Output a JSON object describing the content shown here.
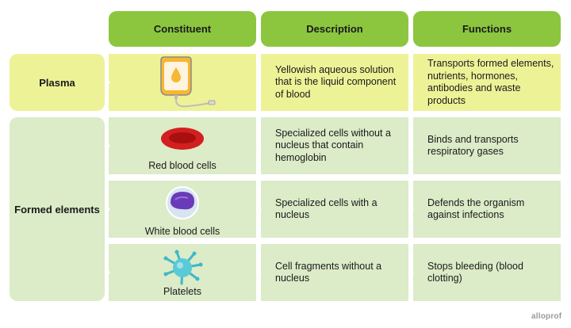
{
  "headers": {
    "constituent": "Constituent",
    "description": "Description",
    "functions": "Functions"
  },
  "plasma": {
    "label": "Plasma",
    "description": "Yellowish aqueous solution that is the liquid component of blood",
    "functions": "Transports formed elements, nutrients, hormones, antibodies and waste products"
  },
  "formed": {
    "label": "Formed elements",
    "rows": [
      {
        "name": "Red blood cells",
        "description": "Specialized cells without a nucleus that contain hemoglobin",
        "functions": "Binds and transports respiratory gases"
      },
      {
        "name": "White blood cells",
        "description": "Specialized cells with a nucleus",
        "functions": "Defends the organism against infections"
      },
      {
        "name": "Platelets",
        "description": "Cell fragments without a nucleus",
        "functions": "Stops bleeding (blood clotting)"
      }
    ]
  },
  "brand": "alloprof",
  "colors": {
    "header_green": "#8cc63f",
    "plasma_yellow": "#eef297",
    "formed_green": "#dcebc8"
  }
}
